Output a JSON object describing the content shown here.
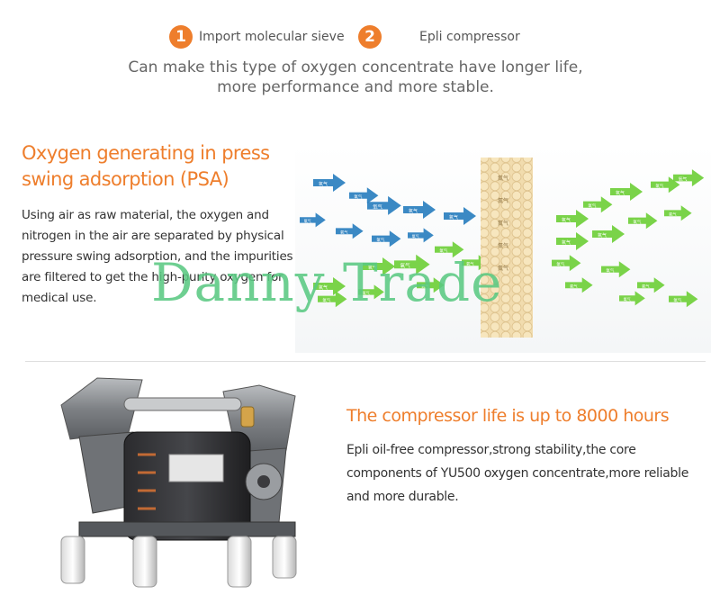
{
  "features": [
    {
      "number": "1",
      "label": "Import molecular sieve"
    },
    {
      "number": "2",
      "label": "Epli compressor"
    }
  ],
  "intro": {
    "line1": "Can make this type of oxygen concentrate have longer life,",
    "line2": "more performance and more stable."
  },
  "psa": {
    "title_line1": "Oxygen generating in press",
    "title_line2": "swing adsorption (PSA)",
    "body": "Using air as raw material, the oxygen and nitrogen in the air are separated by physical pressure swing adsorption, and the impurities are filtered to get the high-purity oxygen for medical use."
  },
  "compressor": {
    "title": "The compressor life is up to 8000 hours",
    "body": "Epli oil-free compressor,strong stability,the core components of YU500 oxygen concentrate,more reliable and more durable."
  },
  "watermark": "Danny Trade",
  "diagram": {
    "arrow_label": "氧气",
    "sieve_label": "氮气"
  },
  "colors": {
    "accent": "#ee7e2c",
    "nitrogen_arrow": "#2a7fbf",
    "oxygen_arrow": "#6fcf3a",
    "sieve": "#f1dcae",
    "watermark": "#5ac882"
  }
}
